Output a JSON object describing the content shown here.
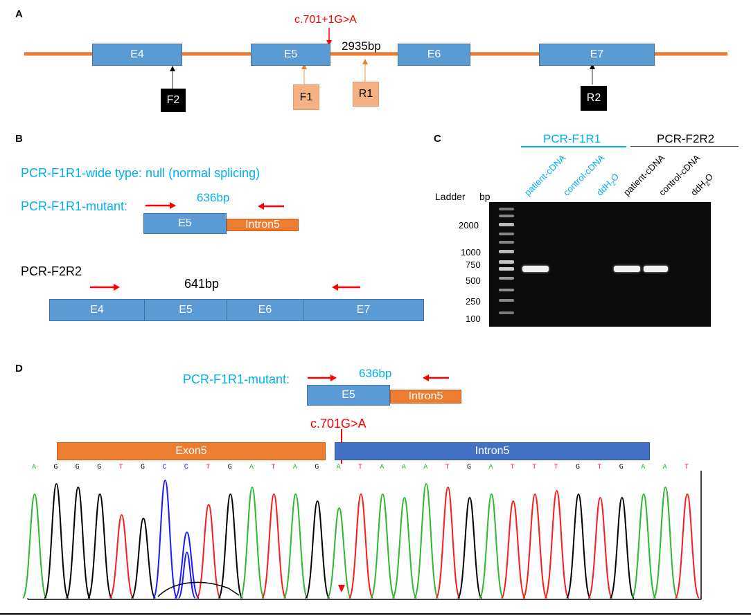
{
  "panelA": {
    "letter": "A",
    "mutation_label": "c.701+1G>A",
    "distance_label": "2935bp",
    "exons": [
      "E4",
      "E5",
      "E6",
      "E7"
    ],
    "primers": [
      "F2",
      "F1",
      "R1",
      "R2"
    ]
  },
  "panelB": {
    "letter": "B",
    "wild_type_text": "PCR-F1R1-wide type: null (normal splicing)",
    "mutant_label": "PCR-F1R1-mutant:",
    "mutant_size": "636bp",
    "mutant_exon": "E5",
    "mutant_intron": "Intron5",
    "f2r2_label": "PCR-F2R2",
    "f2r2_size": "641bp",
    "f2r2_exons": [
      "E4",
      "E5",
      "E6",
      "E7"
    ]
  },
  "panelC": {
    "letter": "C",
    "group1": "PCR-F1R1",
    "group2": "PCR-F2R2",
    "lanes": [
      "patient-cDNA",
      "control-cDNA",
      "ddH2O",
      "patient-cDNA",
      "control-cDNA",
      "ddH2O"
    ],
    "ladder_label": "Ladder",
    "bp_label": "bp",
    "ladder_sizes": [
      "2000",
      "1000",
      "750",
      "500",
      "250",
      "100"
    ]
  },
  "panelD": {
    "letter": "D",
    "mutant_label": "PCR-F1R1-mutant:",
    "mutant_size": "636bp",
    "exon_label": "E5",
    "intron_label": "Intron5",
    "mutation_label": "c.701G>A",
    "exon_bar": "Exon5",
    "intron_bar": "Intron5",
    "sequence": [
      "A",
      "G",
      "G",
      "G",
      "T",
      "G",
      "C",
      "C",
      "T",
      "G",
      "A",
      "T",
      "A",
      "G",
      "A",
      "T",
      "A",
      "A",
      "A",
      "T",
      "G",
      "A",
      "T",
      "T",
      "T",
      "G",
      "T",
      "G",
      "A",
      "A",
      "T"
    ]
  },
  "colors": {
    "A": "#2eb82e",
    "G": "#000000",
    "C": "#1a1aff",
    "T": "#ff1a1a",
    "exon": "#5b9bd5",
    "intron": "#ed7d31",
    "accent_blue": "#00b0f0",
    "accent_red": "#ff0000"
  }
}
